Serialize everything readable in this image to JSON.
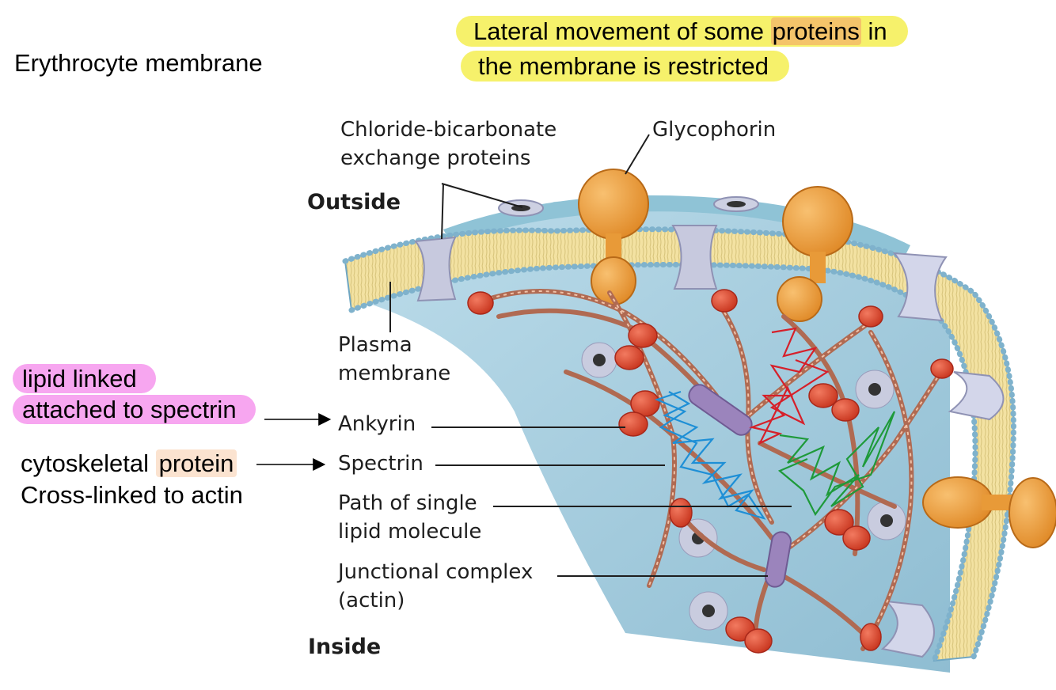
{
  "slide": {
    "title": "Erythrocyte membrane",
    "top_note": {
      "line1_before": "Lateral movement of some ",
      "line1_highlight": "proteins",
      "line1_after": " in",
      "line2": "the membrane is restricted"
    },
    "ankyrin_note": {
      "line1": "lipid linked",
      "line2": "attached to spectrin"
    },
    "spectrin_note": {
      "line1_before": "cytoskeletal ",
      "line1_highlight": "protein",
      "line2": "Cross-linked to actin"
    }
  },
  "figure": {
    "outside_label": "Outside",
    "inside_label": "Inside",
    "labels": {
      "chloride_line1": "Chloride-bicarbonate",
      "chloride_line2": "exchange proteins",
      "glycophorin": "Glycophorin",
      "plasma_line1": "Plasma",
      "plasma_line2": "membrane",
      "ankyrin": "Ankyrin",
      "spectrin": "Spectrin",
      "path_line1": "Path of single",
      "path_line2": "lipid molecule",
      "junctional_line1": "Junctional complex",
      "junctional_line2": "(actin)"
    },
    "colors": {
      "membrane_blue": "#a9d0e0",
      "lipid_yellow": "#f3e2a2",
      "glycophorin_orange": "#f0a040",
      "ankyrin_red": "#e0503a",
      "spectrin_brown": "#b06a52",
      "actin_purple": "#9b84bc",
      "path_red": "#d6202a",
      "path_blue": "#1e8fd6",
      "path_green": "#1e9a3a"
    }
  }
}
